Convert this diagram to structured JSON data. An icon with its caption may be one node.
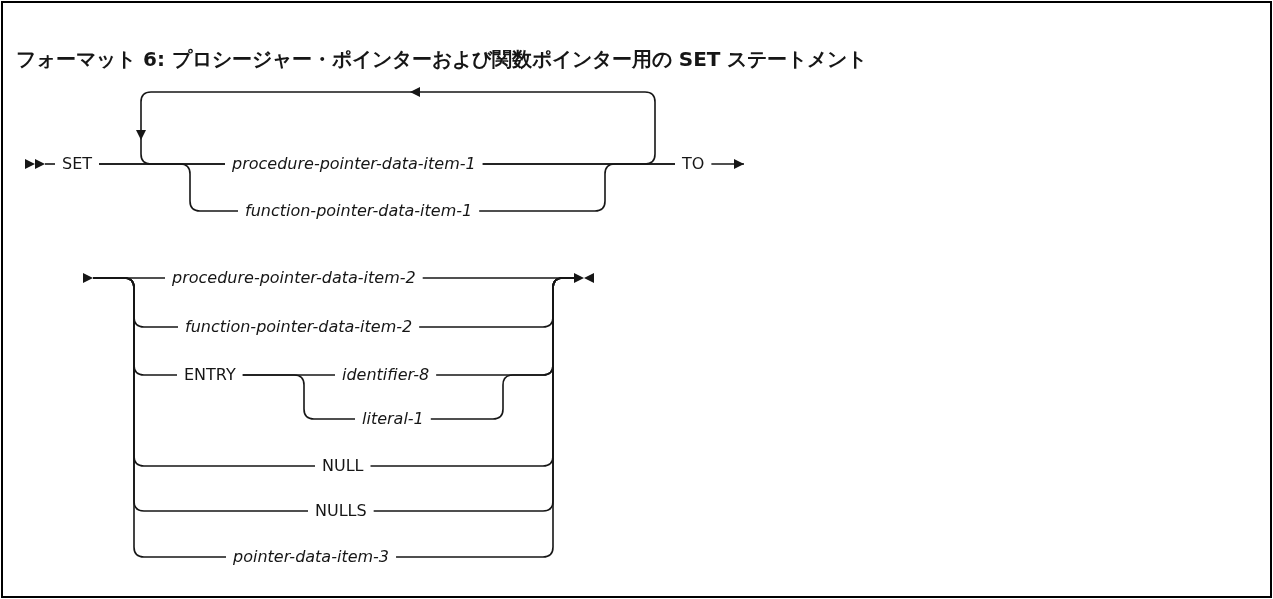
{
  "diagram": {
    "title": "フォーマット 6: プロシージャー・ポインターおよび関数ポインター用の SET ステートメント",
    "nodes": [
      {
        "text": [
          "SET"
        ]
      },
      {
        "text": [
          "procedure-pointer-data-item-1"
        ]
      },
      {
        "text": [
          "function-pointer-data-item-1"
        ]
      },
      {
        "text": [
          "TO"
        ]
      },
      {
        "text": [
          "procedure-pointer-data-item-2"
        ]
      },
      {
        "text": [
          "function-pointer-data-item-2"
        ]
      },
      {
        "text": [
          "ENTRY"
        ]
      },
      {
        "text": [
          "identifier-8"
        ]
      },
      {
        "text": [
          "literal-1"
        ]
      },
      {
        "text": [
          "NULL"
        ]
      },
      {
        "text": [
          "NULLS"
        ]
      },
      {
        "text": [
          "pointer-data-item-3"
        ]
      },
      {
        "text": [],
        "shape": "arrowhead"
      },
      {
        "text": [],
        "shape": "arrowhead"
      },
      {
        "text": [],
        "shape": "bowtie"
      }
    ],
    "edges": [
      {
        "from": 12,
        "to": 0,
        "arrow": "none"
      },
      {
        "from": 0,
        "to": 1,
        "arrow": "none"
      },
      {
        "from": 0,
        "to": 2,
        "arrow": "none"
      },
      {
        "from": 1,
        "to": 3,
        "arrow": "none"
      },
      {
        "from": 2,
        "to": 3,
        "arrow": "none"
      },
      {
        "from": 1,
        "to": 1,
        "arrow": "to"
      },
      {
        "from": 3,
        "to": null,
        "arrow": "to"
      },
      {
        "from": 13,
        "to": 4,
        "arrow": "none"
      },
      {
        "from": 13,
        "to": 5,
        "arrow": "none"
      },
      {
        "from": 13,
        "to": 6,
        "arrow": "none"
      },
      {
        "from": 13,
        "to": 9,
        "arrow": "none"
      },
      {
        "from": 13,
        "to": 10,
        "arrow": "none"
      },
      {
        "from": 13,
        "to": 11,
        "arrow": "none"
      },
      {
        "from": 6,
        "to": 7,
        "arrow": "none"
      },
      {
        "from": 6,
        "to": 8,
        "arrow": "none"
      },
      {
        "from": 4,
        "to": 14,
        "arrow": "none"
      },
      {
        "from": 5,
        "to": 14,
        "arrow": "none"
      },
      {
        "from": 7,
        "to": 14,
        "arrow": "none"
      },
      {
        "from": 8,
        "to": 14,
        "arrow": "none"
      },
      {
        "from": 9,
        "to": 14,
        "arrow": "none"
      },
      {
        "from": 10,
        "to": 14,
        "arrow": "none"
      },
      {
        "from": 11,
        "to": 14,
        "arrow": "none"
      }
    ]
  }
}
